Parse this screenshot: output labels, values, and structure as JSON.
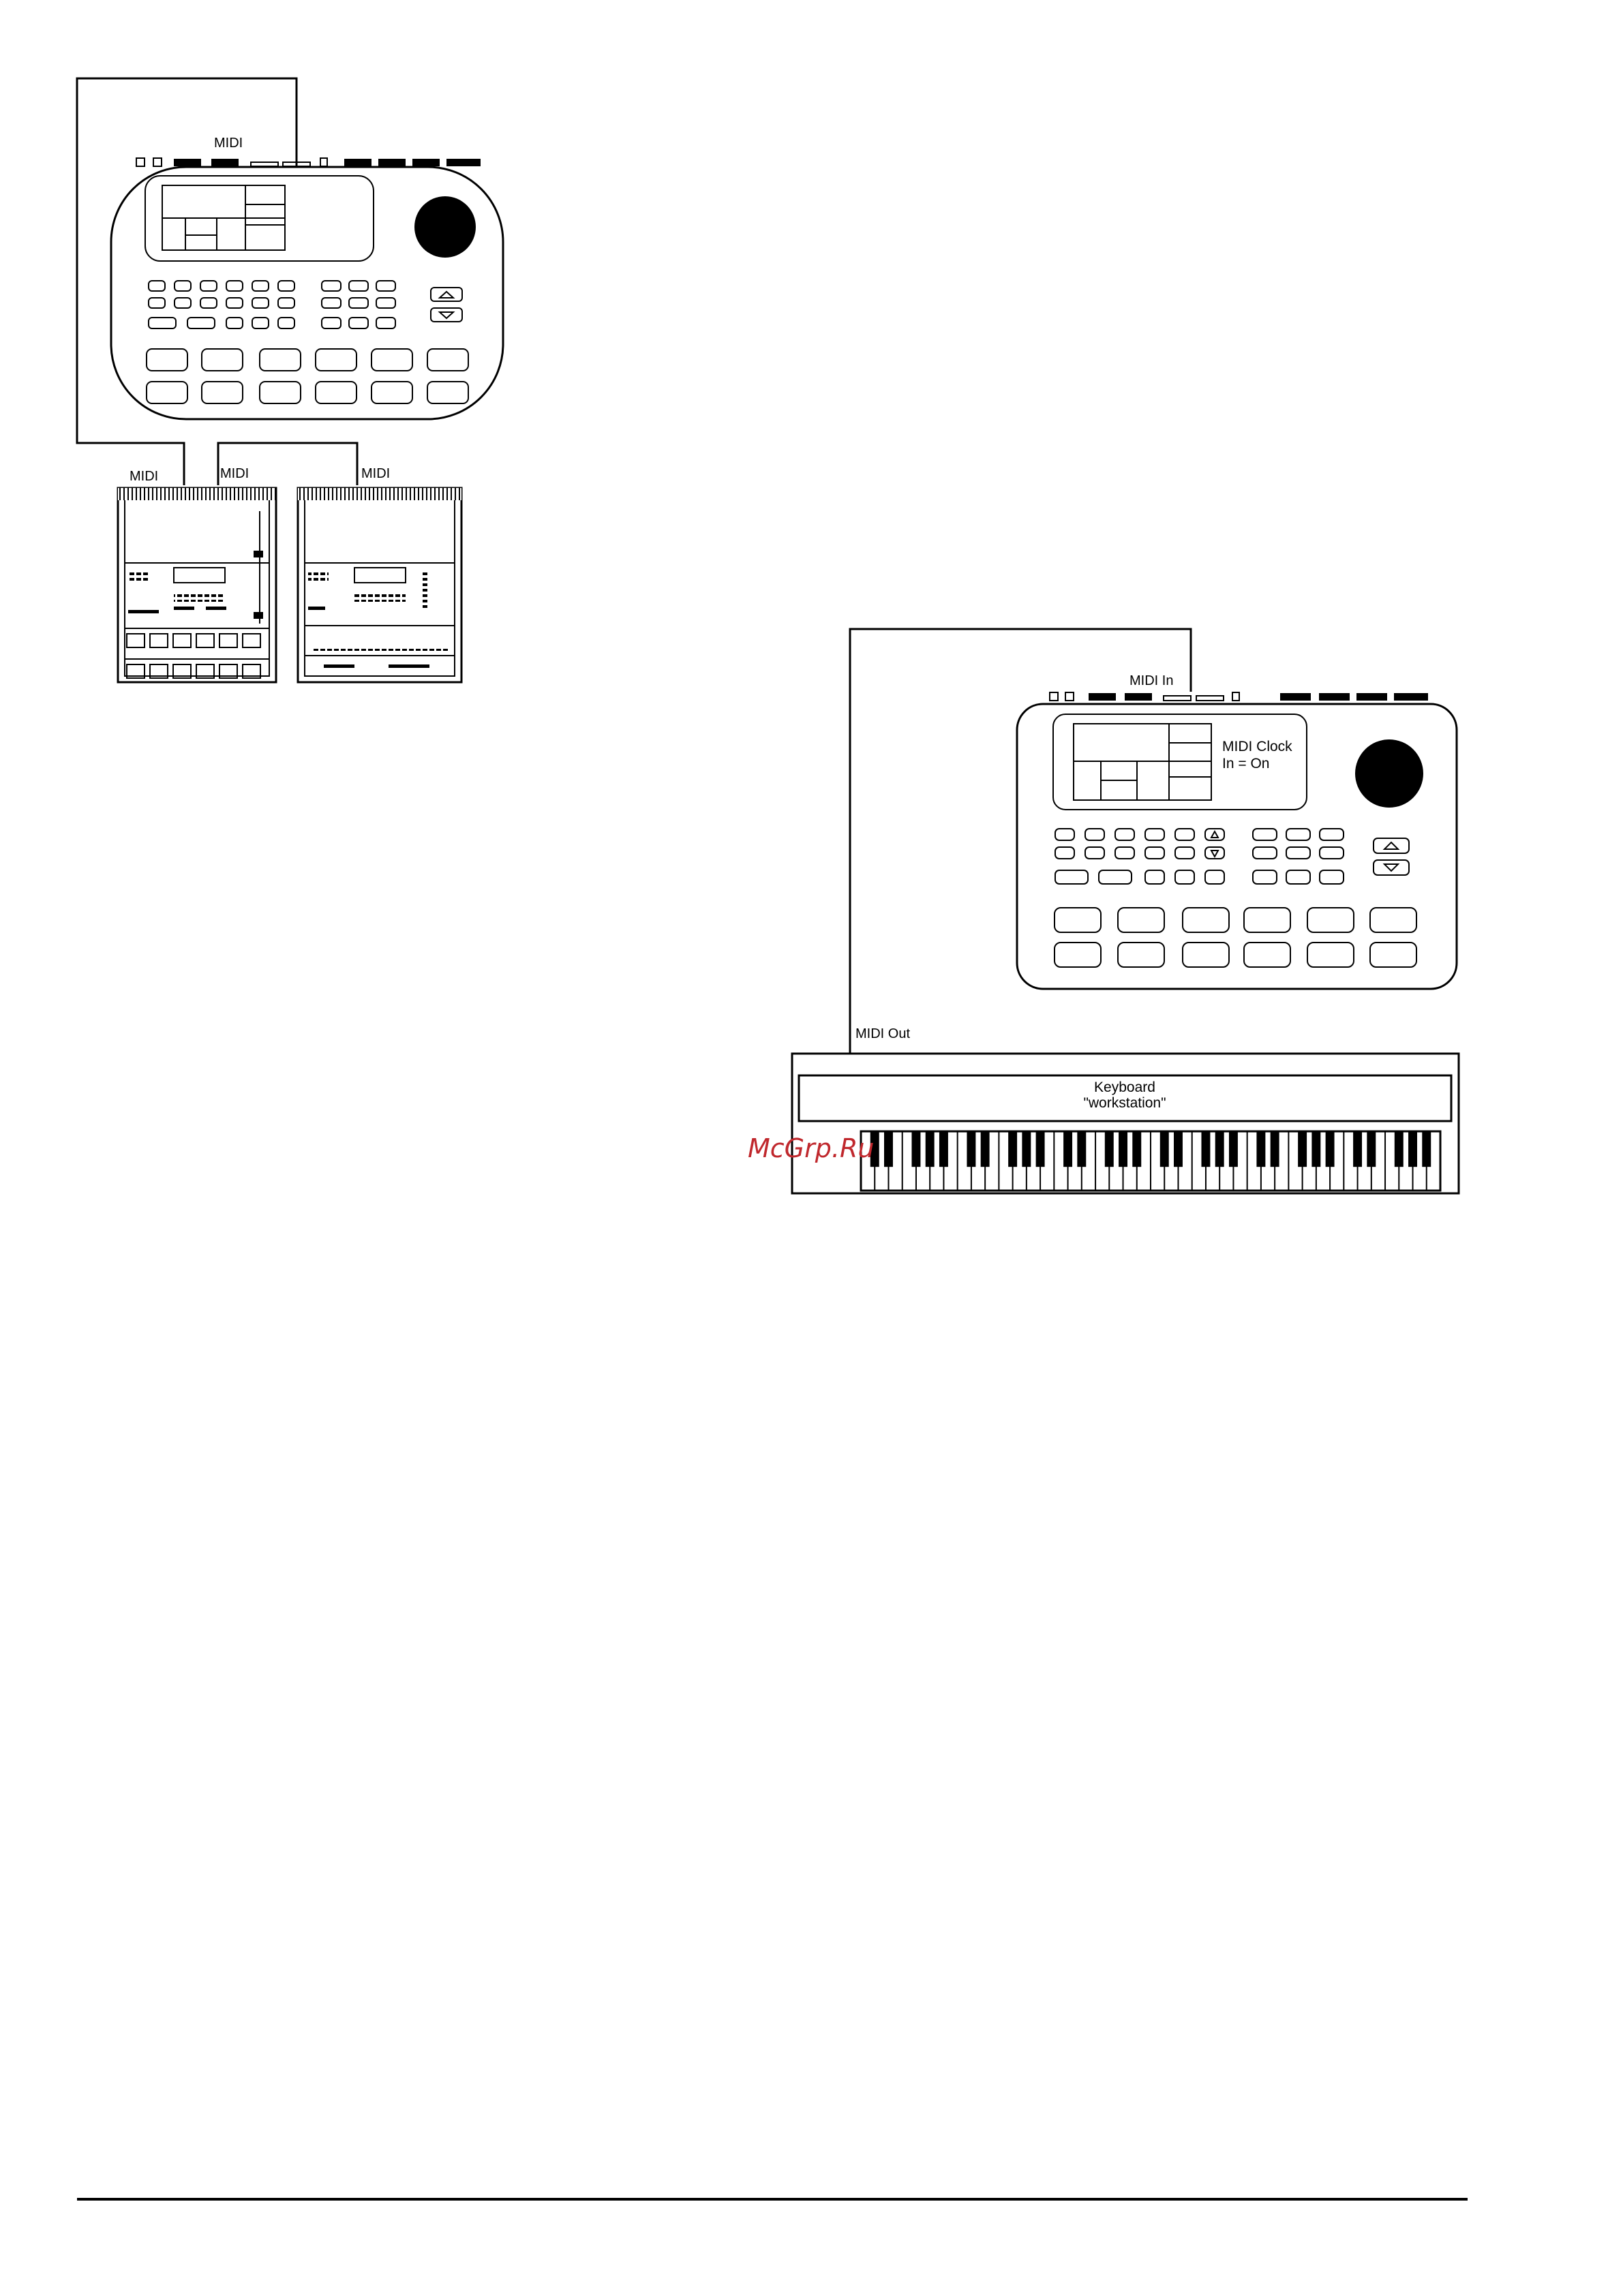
{
  "setup_a": {
    "top_unit_midi_label": "MIDI",
    "module_left_midi_in_label": "MIDI",
    "module_left_midi_out_label": "MIDI",
    "module_right_midi_label": "MIDI"
  },
  "setup_b": {
    "midi_in_label": "MIDI In",
    "display_note_line1": "MIDI Clock",
    "display_note_line2": "In = On",
    "midi_out_label": "MIDI Out",
    "keyboard_label_line1": "Keyboard",
    "keyboard_label_line2": "\"workstation\""
  },
  "watermark": {
    "text": "McGrp.Ru",
    "color": "#c0282d"
  },
  "colors": {
    "ink": "#000000",
    "paper": "#ffffff"
  }
}
